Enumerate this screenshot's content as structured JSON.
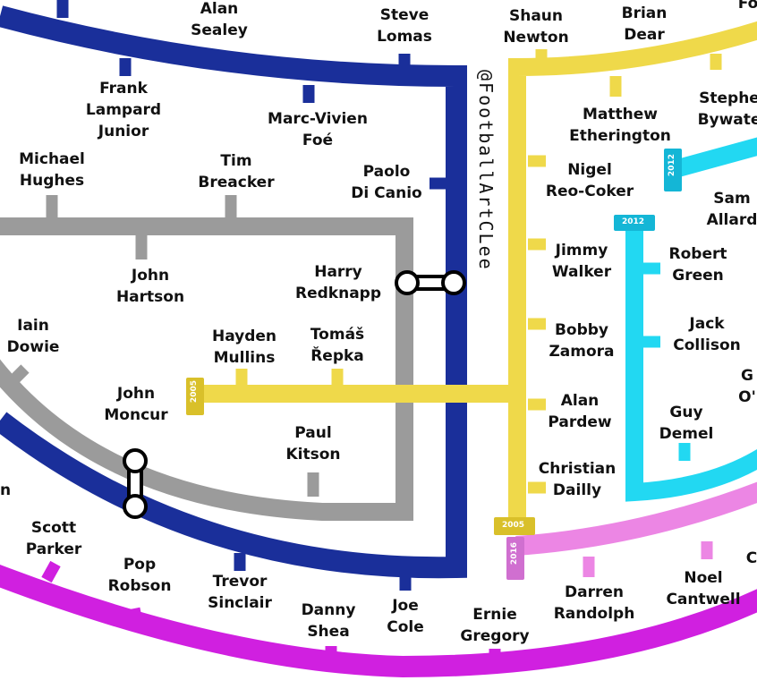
{
  "credit": "@FootballArtCLee",
  "colors": {
    "navy": "#1a2f9a",
    "grey": "#9b9b9b",
    "yellow": "#efd94a",
    "cyan": "#22d8f2",
    "magenta": "#d020e0",
    "pink": "#ec86e4",
    "interchange_stroke": "#000000",
    "interchange_fill": "#ffffff"
  },
  "lines": {
    "navy": {
      "name": ""
    },
    "grey": {
      "name": ""
    },
    "yellow": {
      "name": "",
      "badges": [
        "2005",
        "2005"
      ]
    },
    "cyan": {
      "name": "",
      "badges": [
        "2012",
        "2012"
      ]
    },
    "pink": {
      "name": "",
      "badges": [
        "2016"
      ]
    },
    "magenta": {
      "name": ""
    }
  },
  "stations": [
    {
      "id": "alan-sealey",
      "name": "Alan\nSealey",
      "line": "navy"
    },
    {
      "id": "steve-lomas",
      "name": "Steve\nLomas",
      "line": "navy"
    },
    {
      "id": "frank-lampard-junior",
      "name": "Frank\nLampard\nJunior",
      "line": "navy"
    },
    {
      "id": "marc-vivien-foe",
      "name": "Marc-Vivien\nFoé",
      "line": "navy"
    },
    {
      "id": "paolo-di-canio",
      "name": "Paolo\nDi Canio",
      "line": "navy"
    },
    {
      "id": "michael-hughes",
      "name": "Michael\nHughes",
      "line": "grey"
    },
    {
      "id": "tim-breacker",
      "name": "Tim\nBreacker",
      "line": "grey"
    },
    {
      "id": "john-hartson",
      "name": "John\nHartson",
      "line": "grey"
    },
    {
      "id": "harry-redknapp",
      "name": "Harry\nRedknapp",
      "line": "grey"
    },
    {
      "id": "iain-dowie",
      "name": "Iain\nDowie",
      "line": "grey"
    },
    {
      "id": "john-moncur",
      "name": "John\nMoncur",
      "line": "grey"
    },
    {
      "id": "paul-kitson",
      "name": "Paul\nKitson",
      "line": "grey"
    },
    {
      "id": "hayden-mullins",
      "name": "Hayden\nMullins",
      "line": "yellow"
    },
    {
      "id": "tomas-repka",
      "name": "Tomáš\nŘepka",
      "line": "yellow"
    },
    {
      "id": "shaun-newton",
      "name": "Shaun\nNewton",
      "line": "yellow"
    },
    {
      "id": "brian-dear",
      "name": "Brian\nDear",
      "line": "yellow"
    },
    {
      "id": "matthew-etherington",
      "name": "Matthew\nEtherington",
      "line": "yellow"
    },
    {
      "id": "nigel-reo-coker",
      "name": "Nigel\nReo-Coker",
      "line": "yellow"
    },
    {
      "id": "jimmy-walker",
      "name": "Jimmy\nWalker",
      "line": "yellow"
    },
    {
      "id": "bobby-zamora",
      "name": "Bobby\nZamora",
      "line": "yellow"
    },
    {
      "id": "alan-pardew",
      "name": "Alan\nPardew",
      "line": "yellow"
    },
    {
      "id": "christian-dailly",
      "name": "Christian\nDailly",
      "line": "yellow"
    },
    {
      "id": "stephen-bywater",
      "name": "Stephe\nBywate",
      "line": "yellow"
    },
    {
      "id": "sam-allardyce",
      "name": "Sam\nAllard",
      "line": "cyan"
    },
    {
      "id": "robert-green",
      "name": "Robert\nGreen",
      "line": "cyan"
    },
    {
      "id": "jack-collison",
      "name": "Jack\nCollison",
      "line": "cyan"
    },
    {
      "id": "guy-demel",
      "name": "Guy\nDemel",
      "line": "cyan"
    },
    {
      "id": "cyan-partial",
      "name": "G\nO'",
      "line": "cyan"
    },
    {
      "id": "darren-randolph",
      "name": "Darren\nRandolph",
      "line": "pink"
    },
    {
      "id": "noel-cantwell",
      "name": "Noel\nCantwell",
      "line": "pink"
    },
    {
      "id": "pink-partial",
      "name": "C",
      "line": "pink"
    },
    {
      "id": "scott-parker",
      "name": "Scott\nParker",
      "line": "magenta"
    },
    {
      "id": "pop-robson",
      "name": "Pop\nRobson",
      "line": "magenta"
    },
    {
      "id": "trevor-sinclair",
      "name": "Trevor\nSinclair",
      "line": "navy"
    },
    {
      "id": "danny-shea",
      "name": "Danny\nShea",
      "line": "magenta"
    },
    {
      "id": "joe-cole",
      "name": "Joe\nCole",
      "line": "navy"
    },
    {
      "id": "ernie-gregory",
      "name": "Ernie\nGregory",
      "line": "magenta"
    },
    {
      "id": "left-partial",
      "name": "n",
      "line": "navy"
    },
    {
      "id": "top-partial",
      "name": "Fo",
      "line": "yellow"
    }
  ]
}
